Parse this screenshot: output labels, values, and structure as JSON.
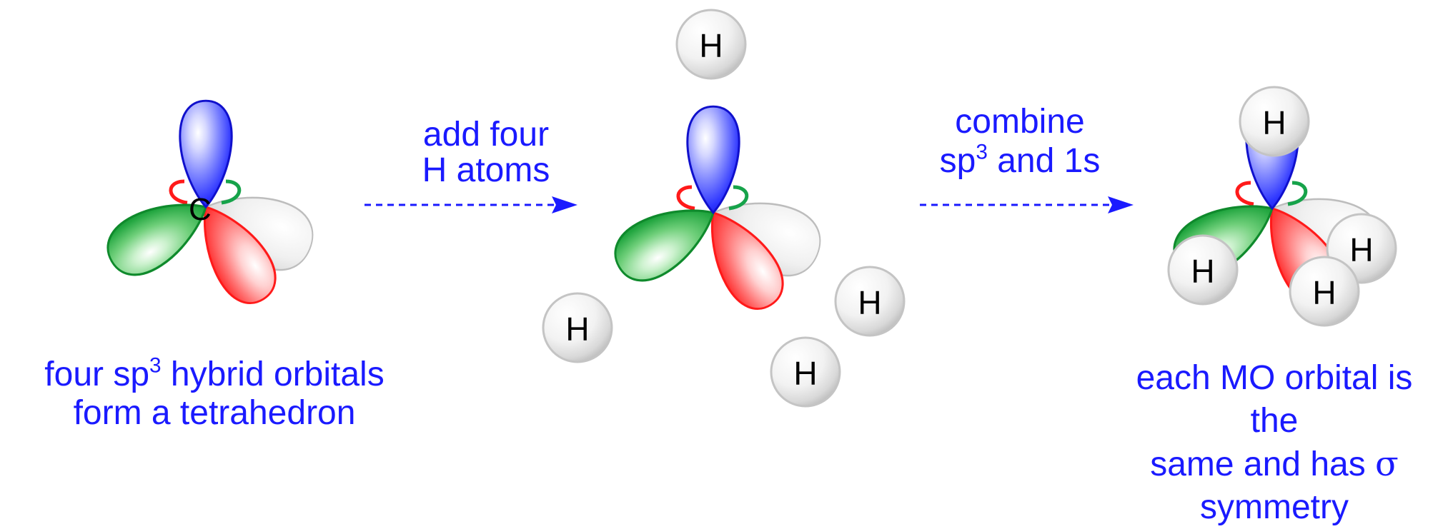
{
  "steps": {
    "step1": {
      "carbon_label": "C",
      "caption_pre": "four sp",
      "caption_sup": "3",
      "caption_post": " hybrid orbitals",
      "caption_line2": "form a tetrahedron"
    },
    "arrow1": {
      "line1": "add four",
      "line2": "H atoms"
    },
    "step2": {
      "hydrogen_labels": [
        "H",
        "H",
        "H",
        "H"
      ]
    },
    "arrow2": {
      "line1": "combine",
      "line2_pre": "sp",
      "line2_sup": "3",
      "line2_post": " and 1s"
    },
    "step3": {
      "hydrogen_labels": [
        "H",
        "H",
        "H",
        "H"
      ],
      "caption_line1": "each MO orbital is",
      "caption_line2": "the",
      "caption_line3_pre": "same and has ",
      "caption_line3_symbol": "σ",
      "caption_line4": "symmetry"
    }
  },
  "colors": {
    "text": "#1a1aff",
    "arrow": "#1a1aff",
    "orbital_blue": "#1a1aff",
    "orbital_green": "#16a34a",
    "orbital_red": "#ff1a1a",
    "orbital_grey": "#d4d4d4",
    "hydrogen_sphere": "#e0e0e0"
  }
}
